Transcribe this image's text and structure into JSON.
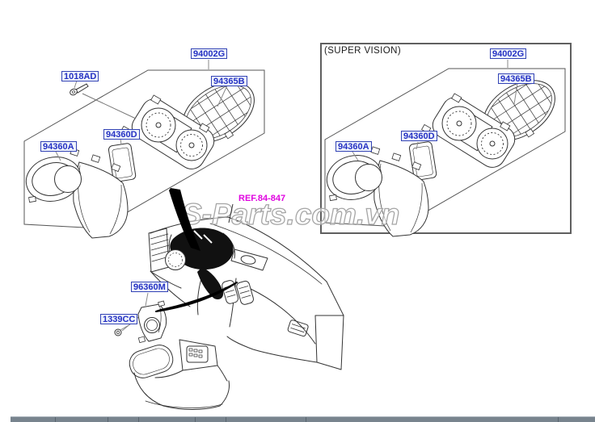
{
  "diagram": {
    "watermark": "S-Parts.com.vn",
    "super_vision_title": "(SUPER VISION)",
    "ref_label": "REF.84-847",
    "parts_main": [
      {
        "code": "94002G"
      },
      {
        "code": "1018AD"
      },
      {
        "code": "94365B"
      },
      {
        "code": "94360D"
      },
      {
        "code": "94360A"
      },
      {
        "code": "96360M"
      },
      {
        "code": "1339CC"
      }
    ],
    "parts_super": [
      {
        "code": "94002G"
      },
      {
        "code": "94365B"
      },
      {
        "code": "94360D"
      },
      {
        "code": "94360A"
      }
    ],
    "colors": {
      "label_text": "#2531c4",
      "label_border": "#3343b5",
      "label_bg": "#eef3fb",
      "ref_magenta": "#e005e0",
      "line_art": "#333333",
      "watermark_gray": "#a6a6a6",
      "bottom_bar_gray": "#78848e"
    }
  }
}
